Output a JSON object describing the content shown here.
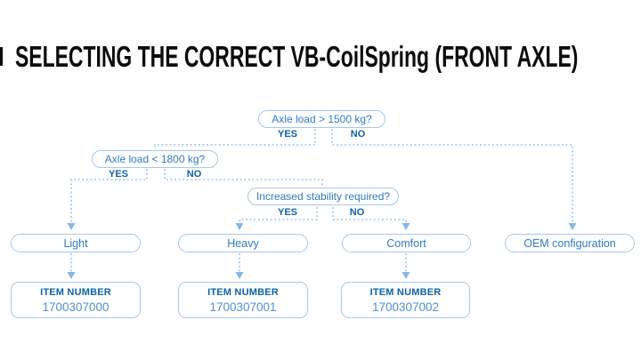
{
  "page": {
    "title": "SELECTING THE CORRECT VB-CoilSpring (FRONT AXLE)"
  },
  "flowchart": {
    "decisions": [
      {
        "question": "Axle load > 1500 kg?",
        "yes": "YES",
        "no": "NO"
      },
      {
        "question": "Axle load < 1800 kg?",
        "yes": "YES",
        "no": "NO"
      },
      {
        "question": "Increased stability required?",
        "yes": "YES",
        "no": "NO"
      }
    ],
    "outcomes": [
      {
        "label": "Light"
      },
      {
        "label": "Heavy"
      },
      {
        "label": "Comfort"
      },
      {
        "label": "OEM configuration"
      }
    ],
    "items": [
      {
        "heading": "ITEM NUMBER",
        "number": "1700307000"
      },
      {
        "heading": "ITEM NUMBER",
        "number": "1700307001"
      },
      {
        "heading": "ITEM NUMBER",
        "number": "1700307002"
      }
    ],
    "edges": [
      {
        "from": "Axle load > 1500 kg?",
        "answer": "YES",
        "to": "Axle load < 1800 kg?"
      },
      {
        "from": "Axle load > 1500 kg?",
        "answer": "NO",
        "to": "OEM configuration"
      },
      {
        "from": "Axle load < 1800 kg?",
        "answer": "YES",
        "to": "Light"
      },
      {
        "from": "Axle load < 1800 kg?",
        "answer": "NO",
        "to": "Increased stability required?"
      },
      {
        "from": "Increased stability required?",
        "answer": "YES",
        "to": "Heavy"
      },
      {
        "from": "Increased stability required?",
        "answer": "NO",
        "to": "Comfort"
      },
      {
        "from": "Light",
        "to": "1700307000"
      },
      {
        "from": "Heavy",
        "to": "1700307001"
      },
      {
        "from": "Comfort",
        "to": "1700307002"
      }
    ],
    "colors": {
      "dashed_line": "#9dc3e6",
      "box_border": "#a5c9e9",
      "arrow": "#85b8e2",
      "question_text": "#2e7cc0",
      "bold_label": "#0d62ab",
      "item_number_text": "#4d92d1",
      "title_text": "#0c0c0c"
    }
  }
}
